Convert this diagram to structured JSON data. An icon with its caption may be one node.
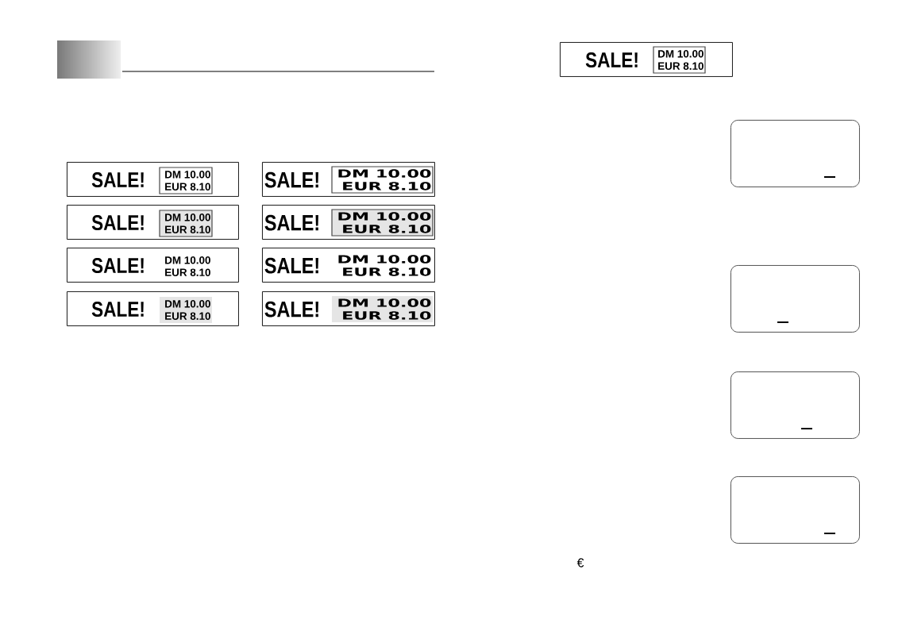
{
  "diagram": {
    "nodes": [
      {
        "text": [
          "SALE!"
        ]
      },
      {
        "text": [
          "DM 10.00 EUR 8.10"
        ],
        "in": 0
      },
      {
        "text": [
          "SALE!"
        ]
      },
      {
        "text": [
          "DM 10.00 EUR 8.10"
        ],
        "in": 2
      },
      {
        "text": [
          "SALE!"
        ]
      },
      {
        "text": [
          "DM 10.00 EUR 8.10"
        ],
        "in": 4
      },
      {
        "text": [
          "SALE!"
        ]
      },
      {
        "text": [
          "DM 10.00 EUR 8.10"
        ],
        "in": 6
      },
      {
        "text": [
          "SALE!",
          "DM 10.00 EUR 8.10"
        ]
      },
      {
        "text": [
          "SALE!",
          "DM 10.00 EUR 8.10"
        ]
      },
      {
        "text": [
          "SALE!"
        ]
      },
      {
        "text": [
          "DM 10.00 EUR 8.10"
        ],
        "in": 10
      },
      {
        "text": [
          "SALE!"
        ]
      },
      {
        "text": [
          "DM 10.00 EUR 8.10"
        ],
        "in": 12
      },
      {
        "text": [
          "SALE!"
        ]
      },
      {
        "text": [
          "DM 10.00 EUR 8.10"
        ],
        "in": 14
      },
      {
        "text": [],
        "shape": "box"
      },
      {
        "text": [],
        "shape": "box"
      },
      {
        "text": [],
        "shape": "box"
      },
      {
        "text": [],
        "shape": "box"
      }
    ],
    "labels": [
      "€"
    ]
  }
}
